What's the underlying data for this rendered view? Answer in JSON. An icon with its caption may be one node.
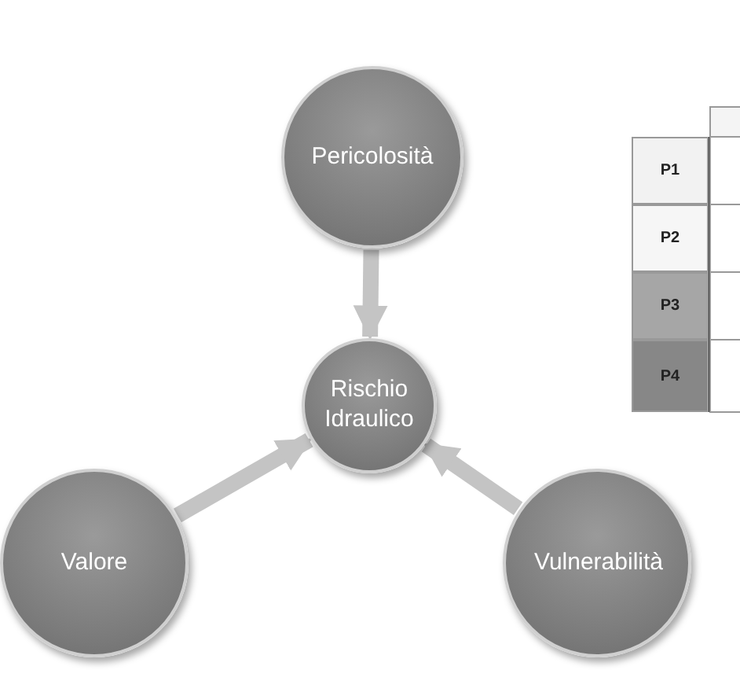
{
  "diagram": {
    "nodes": [
      {
        "text": [
          "Pericolosità"
        ]
      },
      {
        "text": [
          "Rischio Idraulico"
        ]
      },
      {
        "text": [
          "Valore"
        ]
      },
      {
        "text": [
          "Vulnerabilità"
        ]
      }
    ],
    "edges": [
      {
        "from": 0,
        "to": 1,
        "arrow": "to"
      },
      {
        "from": 2,
        "to": 1,
        "arrow": "to"
      },
      {
        "from": 3,
        "to": 1,
        "arrow": "to"
      }
    ],
    "labels": [
      "P1",
      "P2",
      "P3",
      "P4"
    ]
  }
}
